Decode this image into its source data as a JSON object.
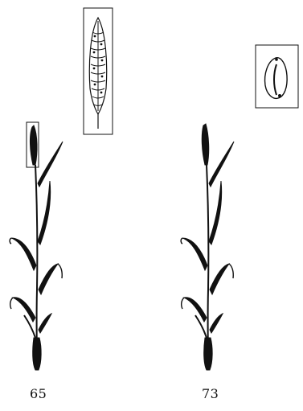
{
  "stages": [
    {
      "label": "65",
      "inset": "wheat-spike-flowering"
    },
    {
      "label": "73",
      "inset": "wheat-kernel-milk"
    }
  ],
  "colors": {
    "ink": "#111111",
    "background": "#ffffff"
  }
}
